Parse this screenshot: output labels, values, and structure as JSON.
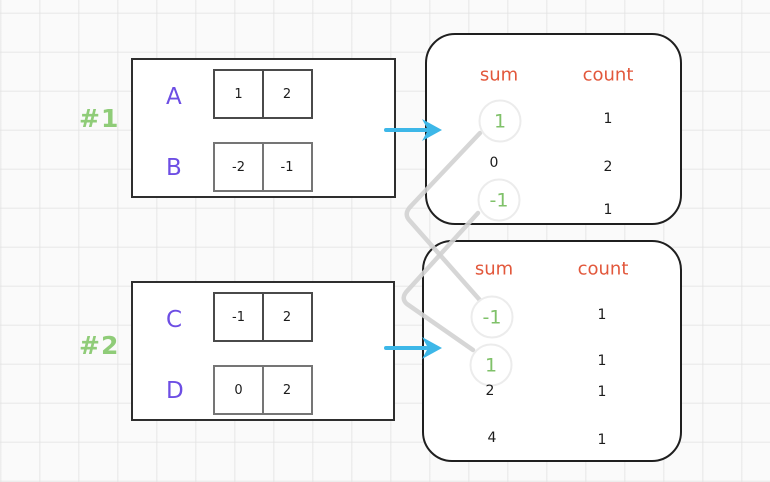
{
  "colors": {
    "group_label": "#8fcc78",
    "array_letter": "#6d4ee4",
    "header": "#e2573b",
    "circled_value": "#7fc169",
    "arrow": "#3db7e8",
    "connector": "#d2d2d2"
  },
  "groups": [
    {
      "label": "#1",
      "rows": [
        {
          "name": "A",
          "cells": [
            "1",
            "2"
          ]
        },
        {
          "name": "B",
          "cells": [
            "-2",
            "-1"
          ]
        }
      ]
    },
    {
      "label": "#2",
      "rows": [
        {
          "name": "C",
          "cells": [
            "-1",
            "2"
          ]
        },
        {
          "name": "D",
          "cells": [
            "0",
            "2"
          ]
        }
      ]
    }
  ],
  "tables": [
    {
      "sum_header": "sum",
      "count_header": "count",
      "rows": [
        {
          "sum": "1",
          "count": "1",
          "circled": true
        },
        {
          "sum": "0",
          "count": "2",
          "circled": false
        },
        {
          "sum": "-1",
          "count": "1",
          "circled": true
        }
      ]
    },
    {
      "sum_header": "sum",
      "count_header": "count",
      "rows": [
        {
          "sum": "-1",
          "count": "1",
          "circled": true
        },
        {
          "sum": "1",
          "count": "1",
          "circled": true
        },
        {
          "sum": "2",
          "count": "1",
          "circled": false
        },
        {
          "sum": "4",
          "count": "1",
          "circled": false
        }
      ]
    }
  ],
  "connectors": [
    {
      "from": "table1.sum.1",
      "to": "table2.sum.-1"
    },
    {
      "from": "table1.sum.-1",
      "to": "table2.sum.1"
    }
  ]
}
